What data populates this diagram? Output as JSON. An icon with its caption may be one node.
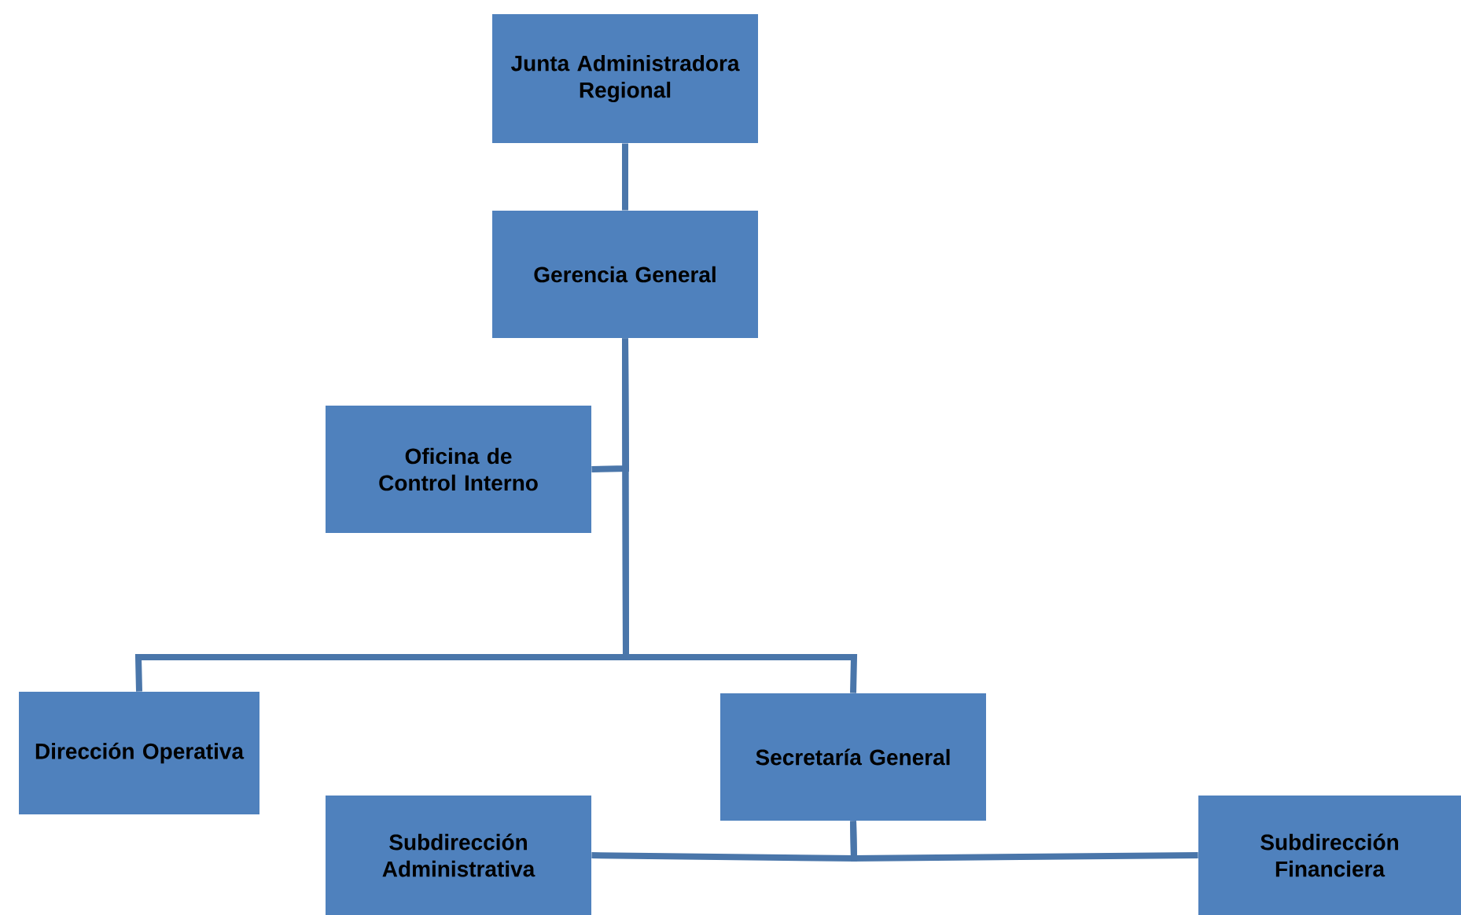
{
  "diagram": {
    "nodes": [
      {
        "text": [
          "Junta Administradora Regional"
        ]
      },
      {
        "text": [
          "Gerencia General"
        ]
      },
      {
        "text": [
          "Oficina de Control Interno"
        ]
      },
      {
        "text": [
          "Dirección Operativa"
        ]
      },
      {
        "text": [
          "Secretaría General"
        ]
      },
      {
        "text": [
          "Subdirección Administrativa"
        ]
      },
      {
        "text": [
          "Subdirección Financiera"
        ]
      }
    ],
    "edges": [
      {
        "from": 0,
        "to": 1,
        "arrow": "none"
      },
      {
        "from": 1,
        "to": 2,
        "arrow": "none"
      },
      {
        "from": 1,
        "to": 3,
        "arrow": "none"
      },
      {
        "from": 1,
        "to": 4,
        "arrow": "none"
      },
      {
        "from": 4,
        "to": 5,
        "arrow": "none"
      },
      {
        "from": 4,
        "to": 6,
        "arrow": "none"
      }
    ]
  }
}
